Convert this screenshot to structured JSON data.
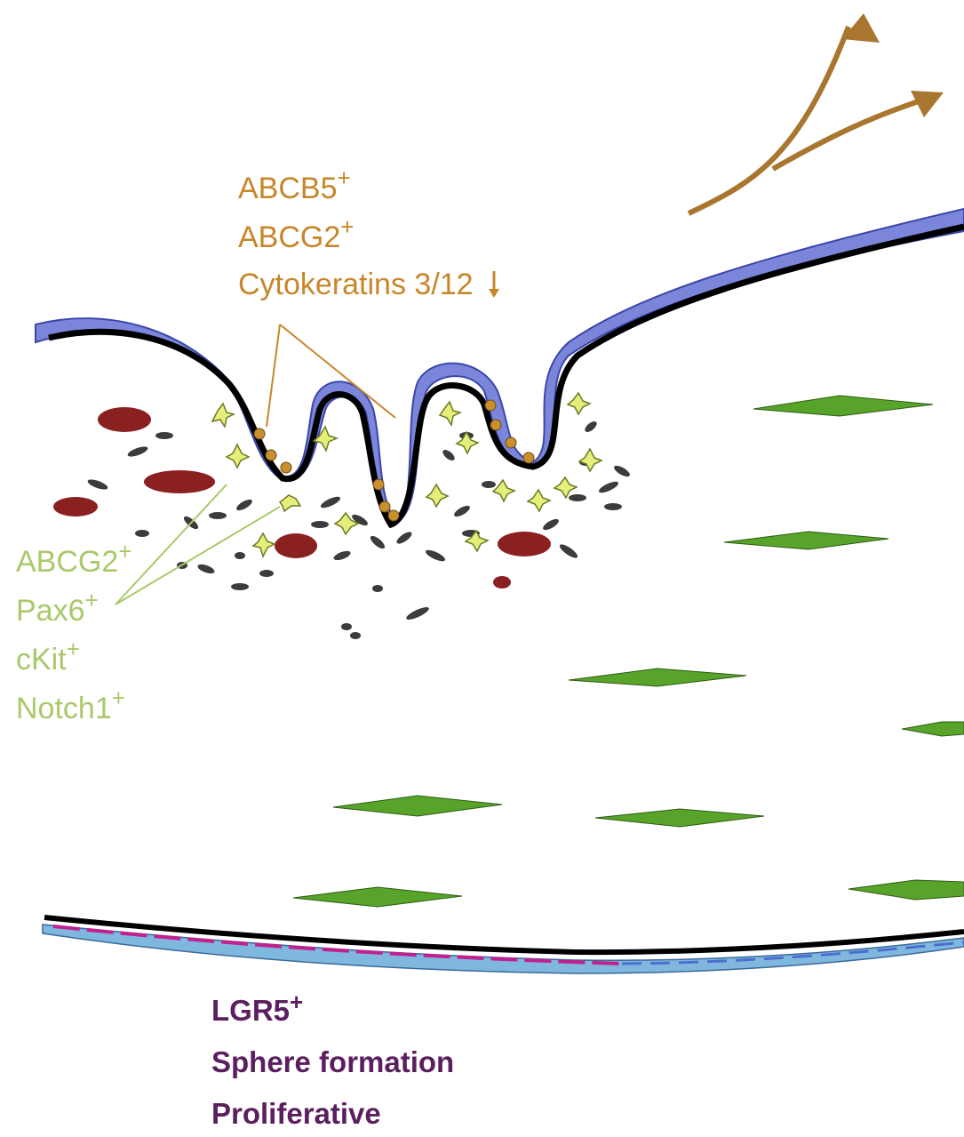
{
  "colors": {
    "epithelium": "#7b86db",
    "epithelium_outline": "#3b46a8",
    "stem_cell": "#c8902e",
    "basement_membrane": "#000000",
    "melanocyte_red": "#8b2020",
    "niche_cell": "#e6ee7a",
    "keratocyte": "#58a32a",
    "endothelium_pink": "#c2208f",
    "endothelium_blue": "#7fb7df",
    "orange_text": "#c8862a",
    "green_text": "#a9c96a",
    "purple_text": "#5b1e5f",
    "arrow": "#a9762f"
  },
  "icons": [
    "up-right-arrow-icon",
    "down-arrow-icon"
  ],
  "epithelial_markers": {
    "abcb5": "ABCB5",
    "abcg2": "ABCG2",
    "cytokeratins": "Cytokeratins 3/12",
    "plus": "+"
  },
  "stromal_markers": {
    "abcg2": "ABCG2",
    "pax6": "Pax6",
    "ckit": "cKit",
    "notch1": "Notch1",
    "plus": "+"
  },
  "endothelial_markers": {
    "lgr5": "LGR5",
    "plus": "+",
    "sphere": "Sphere formation",
    "proliferative": "Proliferative"
  }
}
